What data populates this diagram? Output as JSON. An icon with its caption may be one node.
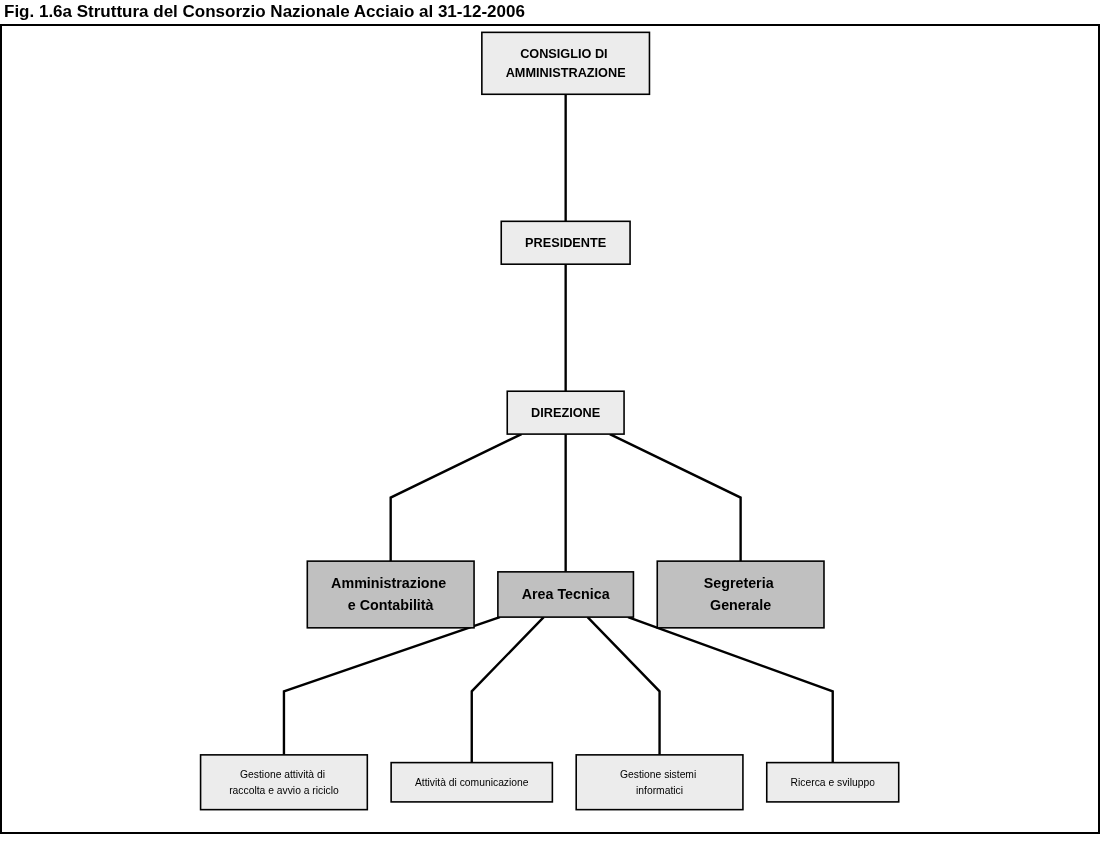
{
  "diagram": {
    "title": "Fig. 1.6a Struttura del Consorzio Nazionale Acciaio al 31-12-2006",
    "nodes": [
      {
        "text": [
          "CONSIGLIO DI AMMINISTRAZIONE"
        ]
      },
      {
        "text": [
          "PRESIDENTE"
        ]
      },
      {
        "text": [
          "DIREZIONE"
        ]
      },
      {
        "text": [
          "Amministrazione e Contabilità"
        ]
      },
      {
        "text": [
          "Area Tecnica"
        ]
      },
      {
        "text": [
          "Segreteria Generale"
        ]
      },
      {
        "text": [
          "Gestione attività di raccolta e avvio a riciclo"
        ]
      },
      {
        "text": [
          "Attività di comunicazione"
        ]
      },
      {
        "text": [
          "Gestione sistemi informatici"
        ]
      },
      {
        "text": [
          "Ricerca e sviluppo"
        ]
      }
    ],
    "edges": [
      {
        "from": 0,
        "to": 1,
        "arrow": "none"
      },
      {
        "from": 1,
        "to": 2,
        "arrow": "none"
      },
      {
        "from": 2,
        "to": 3,
        "arrow": "none"
      },
      {
        "from": 2,
        "to": 4,
        "arrow": "none"
      },
      {
        "from": 2,
        "to": 5,
        "arrow": "none"
      },
      {
        "from": 4,
        "to": 6,
        "arrow": "none"
      },
      {
        "from": 4,
        "to": 7,
        "arrow": "none"
      },
      {
        "from": 4,
        "to": 8,
        "arrow": "none"
      },
      {
        "from": 4,
        "to": 9,
        "arrow": "none"
      }
    ]
  }
}
